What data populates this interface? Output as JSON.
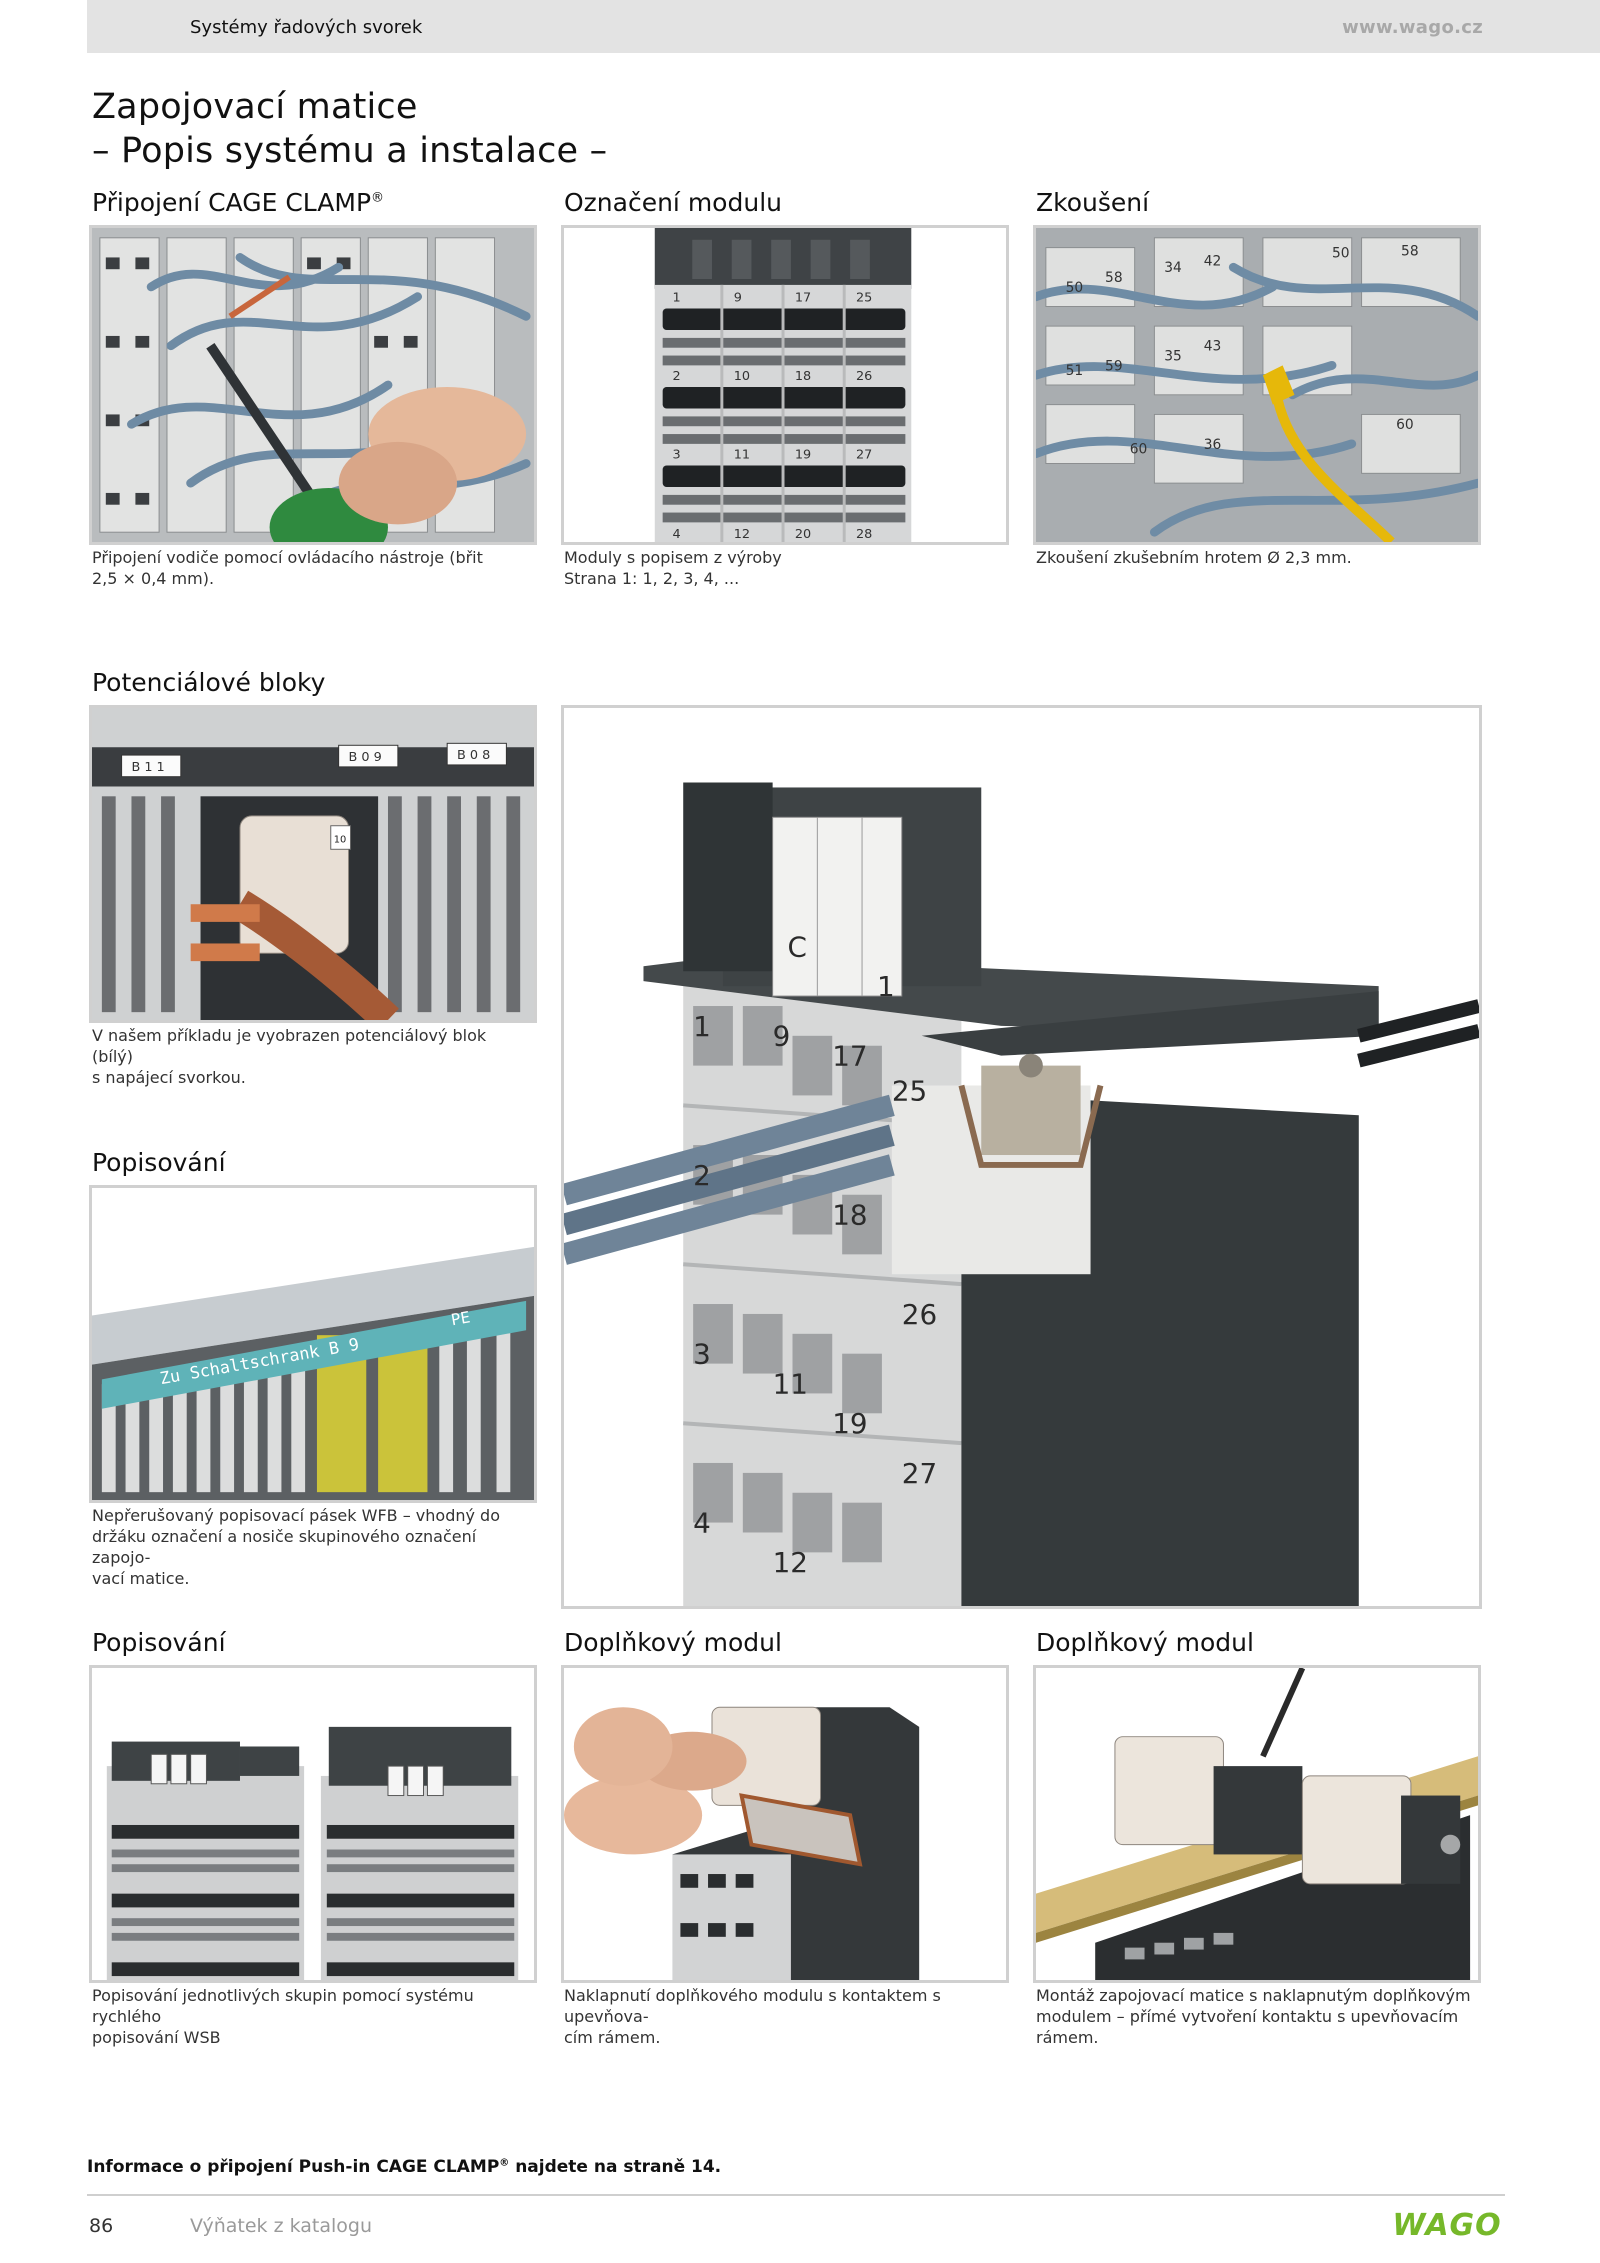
{
  "header": {
    "section": "Systémy řadových svorek",
    "url": "www.wago.cz"
  },
  "title": {
    "line1": "Zapojovací matice",
    "line2": "– Popis systému a instalace –"
  },
  "panels": {
    "cage_clamp": {
      "heading": "Připojení CAGE CLAMP",
      "heading_sup": "®",
      "caption_l1": "Připojení vodiče pomocí ovládacího nástroje (břit",
      "caption_l2": "2,5 × 0,4 mm)."
    },
    "module_marking": {
      "heading": "Označení modulu",
      "caption_l1": "Moduly s popisem z výroby",
      "caption_l2": "Strana 1: 1, 2, 3, 4, ...",
      "labels": [
        "1",
        "9",
        "17",
        "25",
        "2",
        "10",
        "18",
        "26",
        "3",
        "11",
        "19",
        "27",
        "4",
        "12",
        "20",
        "28"
      ]
    },
    "testing": {
      "heading": "Zkoušení",
      "caption_l1": "Zkoušení zkušebním hrotem Ø 2,3 mm.",
      "labels": [
        "50",
        "58",
        "34",
        "42",
        "50",
        "58",
        "51",
        "59",
        "35",
        "43",
        "60",
        "36",
        "60"
      ]
    },
    "potential_blocks": {
      "heading": "Potenciálové bloky",
      "caption_l1": "V našem příkladu je vyobrazen potenciálový blok (bílý)",
      "caption_l2": "s napájecí svorkou.",
      "labels": [
        "B 1 1",
        "B 0 9",
        "B 0 8",
        "10"
      ]
    },
    "marking_strip": {
      "heading": "Popisování",
      "caption_l1": "Nepřerušovaný popisovací pásek WFB – vhodný do",
      "caption_l2": "držáku označení a nosiče skupinového označení zapojo-",
      "caption_l3": "vací matice.",
      "strip_text": "Zu Schaltschrank B 9",
      "pe_text": "PE"
    },
    "main_image": {
      "labels": [
        "C",
        "1",
        "1",
        "9",
        "17",
        "25",
        "2",
        "18",
        "26",
        "3",
        "11",
        "19",
        "27",
        "4",
        "12"
      ]
    },
    "group_marking": {
      "heading": "Popisování",
      "caption_l1": "Popisování jednotlivých skupin pomocí systému rychlého",
      "caption_l2": "popisování WSB"
    },
    "addon_1": {
      "heading": "Doplňkový modul",
      "caption_l1": "Naklapnutí doplňkového modulu s kontaktem s upevňova-",
      "caption_l2": "cím rámem."
    },
    "addon_2": {
      "heading": "Doplňkový modul",
      "caption_l1": "Montáž zapojovací matice s naklapnutým doplňkovým",
      "caption_l2": "modulem – přímé vytvoření kontaktu s upevňovacím",
      "caption_l3": "rámem."
    }
  },
  "footnote": {
    "text_before": "Informace o připojení Push-in CAGE CLAMP",
    "sup": "®",
    "text_after": " najdete na straně 14."
  },
  "footer": {
    "page_number": "86",
    "subtitle": "Výňatek z katalogu",
    "logo_text": "WAGO",
    "brand_green": "#76b82a"
  }
}
